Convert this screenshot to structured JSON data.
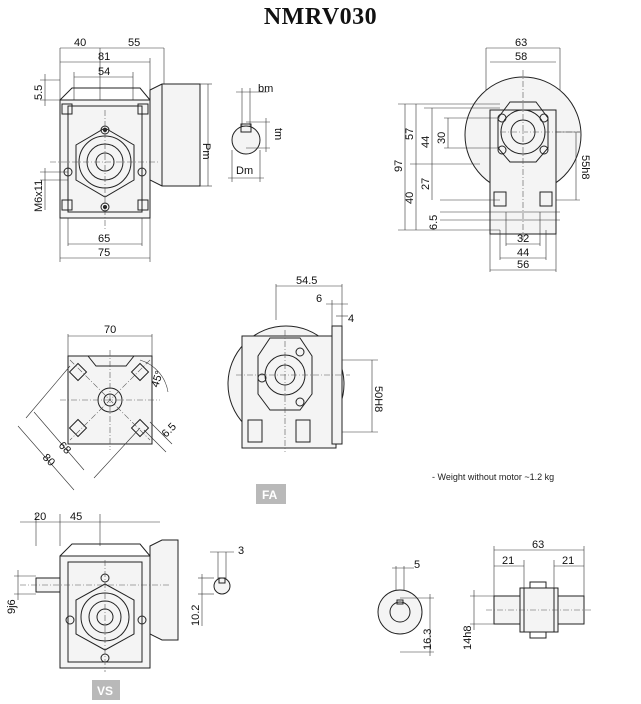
{
  "title": "NMRV030",
  "weight_note": "- Weight without motor ~1.2 kg",
  "labels": {
    "fa": "FA",
    "vs": "VS"
  },
  "front_view": {
    "top": [
      "40",
      "55",
      "81",
      "54"
    ],
    "left": [
      "5.5",
      "M6x11"
    ],
    "bottom": [
      "65",
      "75"
    ],
    "right": "Pm"
  },
  "key_detail": {
    "bm": "bm",
    "tm": "tm",
    "dm": "Dm"
  },
  "side_view": {
    "top": [
      "63",
      "58"
    ],
    "left": [
      "97",
      "57",
      "44",
      "40",
      "27",
      "30",
      "6.5"
    ],
    "right": "55h8",
    "bottom": [
      "32",
      "44",
      "56"
    ]
  },
  "flange_view": {
    "top": "70",
    "angle": "45°",
    "diag": [
      "68",
      "80"
    ],
    "hole": "6.5"
  },
  "fa_view": {
    "top": [
      "54.5",
      "6",
      "4"
    ],
    "right": "50H8"
  },
  "vs_view": {
    "top": [
      "20",
      "45"
    ],
    "left": "9j6",
    "key": [
      "3",
      "10.2"
    ]
  },
  "hollow_view": {
    "key": [
      "5",
      "16.3"
    ]
  },
  "shaft_view": {
    "top": [
      "63",
      "21",
      "21"
    ],
    "left": "14h8"
  }
}
